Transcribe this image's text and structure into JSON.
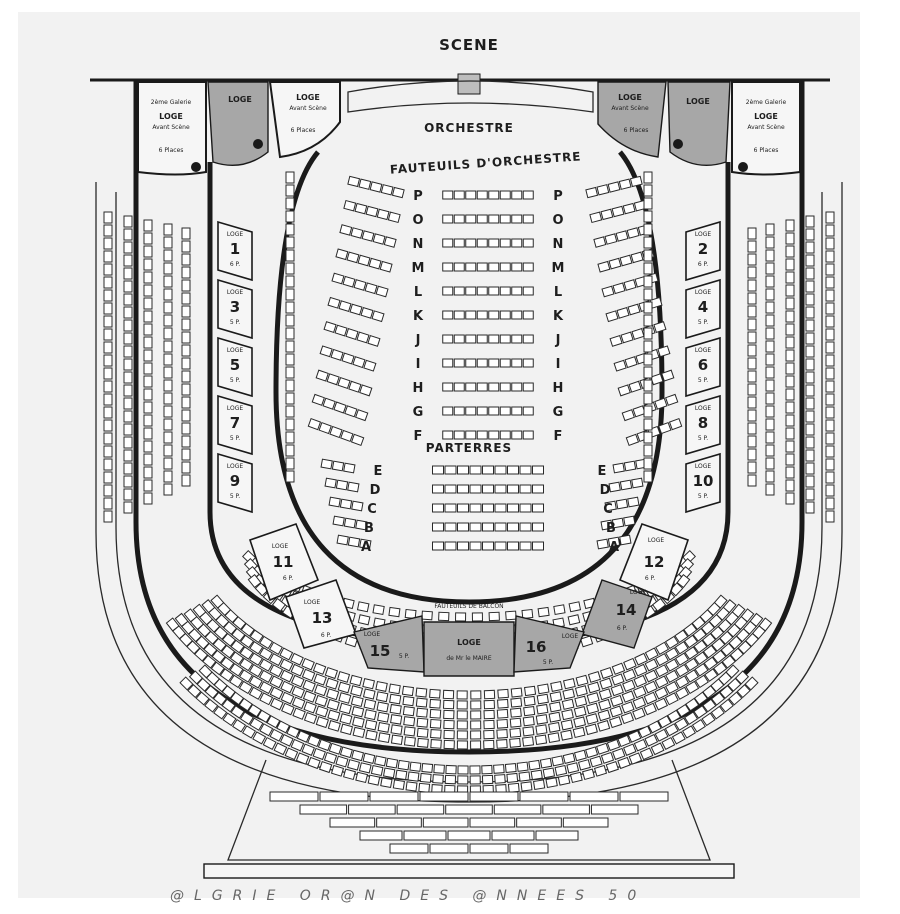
{
  "plan": {
    "stage": "SCENE",
    "orchestra": "ORCHESTRE",
    "fauteuils_orchestre": "FAUTEUILS D'ORCHESTRE",
    "parterres": "PARTERRES",
    "fauteuils_balcon": "FAUTEUILS DE BALCON",
    "loge_word": "LOGE",
    "avant_scene": "Avant Scène",
    "second_galerie": "2ème Galerie",
    "six_places": "6 Places",
    "upper_rows": [
      "P",
      "O",
      "N",
      "M",
      "L",
      "K",
      "J",
      "I",
      "H",
      "G",
      "F"
    ],
    "lower_rows": [
      "E",
      "D",
      "C",
      "B",
      "A"
    ],
    "side_loges_left": [
      {
        "num": "1",
        "places": "6 P."
      },
      {
        "num": "3",
        "places": "5 P."
      },
      {
        "num": "5",
        "places": "5 P."
      },
      {
        "num": "7",
        "places": "5 P."
      },
      {
        "num": "9",
        "places": "5 P."
      }
    ],
    "side_loges_right": [
      {
        "num": "2",
        "places": "6 P."
      },
      {
        "num": "4",
        "places": "5 P."
      },
      {
        "num": "6",
        "places": "5 P."
      },
      {
        "num": "8",
        "places": "5 P."
      },
      {
        "num": "10",
        "places": "5 P."
      }
    ],
    "balcony_loges": [
      {
        "num": "11",
        "places": "6 P."
      },
      {
        "num": "12",
        "places": "6 P."
      },
      {
        "num": "13",
        "places": "6 P."
      },
      {
        "num": "14",
        "places": "6 P."
      },
      {
        "num": "15",
        "places": "5 P."
      },
      {
        "num": "16",
        "places": "5 P."
      }
    ],
    "mayor_loge": "LOGE",
    "mayor_loge_sub": "de Mr le MAIRE",
    "colors": {
      "paper": "#f2f2f2",
      "ink": "#1a1a1a",
      "shaded_loge": "#a7a7a7",
      "seat": "#ffffff"
    }
  },
  "footer": {
    "watermark": "@LGRIE OR@N DES @NNEES 50"
  }
}
